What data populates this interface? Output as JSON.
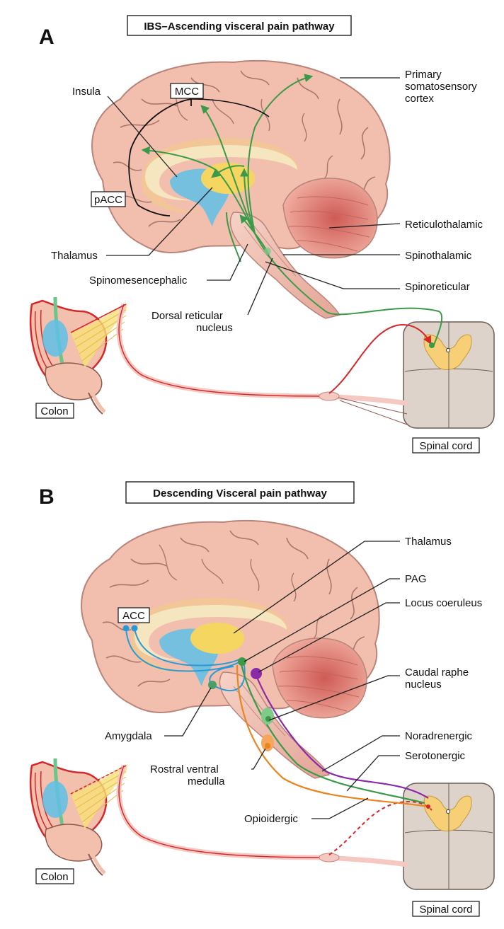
{
  "panels": [
    {
      "letter": "A",
      "title": "IBS–Ascending  visceral pain pathway",
      "labels": {
        "insula": "Insula",
        "mcc": "MCC",
        "primary_1": "Primary",
        "primary_2": "somatosensory",
        "primary_3": "cortex",
        "pacc": "pACC",
        "reticulothalamic": "Reticulothalamic",
        "thalamus": "Thalamus",
        "spinothalamic": "Spinothalamic",
        "spinomesencephalic": "Spinomesencephalic",
        "spinoreticular": "Spinoreticular",
        "dorsal_1": "Dorsal reticular",
        "dorsal_2": "nucleus",
        "colon": "Colon",
        "spinal_cord": "Spinal cord"
      }
    },
    {
      "letter": "B",
      "title": "Descending Visceral pain pathway",
      "labels": {
        "thalamus": "Thalamus",
        "pag": "PAG",
        "locus": "Locus coeruleus",
        "acc": "ACC",
        "caudal_1": "Caudal raphe",
        "caudal_2": "nucleus",
        "amygdala": "Amygdala",
        "noradrenergic": "Noradrenergic",
        "serotonergic": "Serotonergic",
        "rostral_1": "Rostral ventral",
        "rostral_2": "medulla",
        "opioidergic": "Opioidergic",
        "colon": "Colon",
        "spinal_cord": "Spinal cord"
      }
    }
  ],
  "colors": {
    "brain": "#f2bfae",
    "brain_stroke": "#b98479",
    "gyrus_line": "#a8766b",
    "cerebellum": "#d9716a",
    "thalamus": "#f5d660",
    "ventricle": "#5fbfe6",
    "corpus": "#f5e6c0",
    "cingulate": "#f2c794",
    "ascending_green": "#3a9a48",
    "afferent_red": "#d4282b",
    "acc_blue": "#2a9ad6",
    "noradrenergic_purple": "#8a2aa8",
    "opioid_orange": "#e8851f",
    "spinal_grey": "#ddd3ca",
    "spinal_dorsal": "#f7cf77",
    "nerve": "#f5c9c2",
    "colon_body": "#f2c0ac",
    "mesentery": "#f7e079",
    "mcc_pacc_bracket": "#111111"
  }
}
